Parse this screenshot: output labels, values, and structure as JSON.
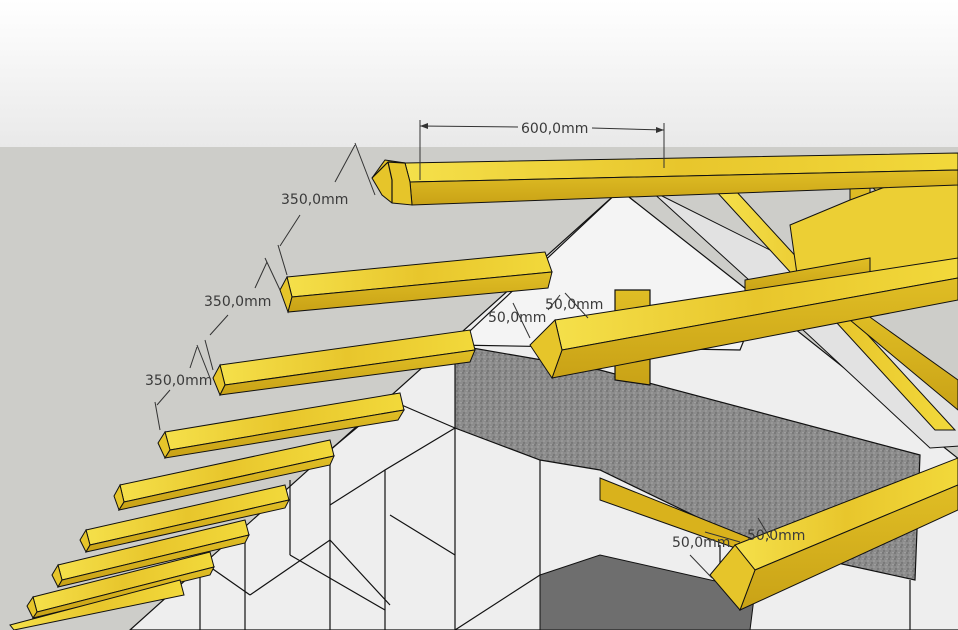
{
  "dimensions": {
    "rafter_spacing_top": "600,0mm",
    "overhang_1": "350,0mm",
    "overhang_2": "350,0mm",
    "overhang_3": "350,0mm",
    "upper_beam_width": "50,0mm",
    "upper_beam_height": "50,0mm",
    "lower_beam_width": "50,0mm",
    "lower_beam_height": "50,0mm"
  },
  "colors": {
    "sky": "#ffffff",
    "ground": "#cdcdc9",
    "timber_top": "#f2dc3a",
    "timber_side": "#d9b21c",
    "timber_end": "#e6c52a",
    "block": "#f0f0f0",
    "block_shade": "#dcdcdc",
    "insulation": "#8f8f8f",
    "opening": "#6e6e6e"
  }
}
